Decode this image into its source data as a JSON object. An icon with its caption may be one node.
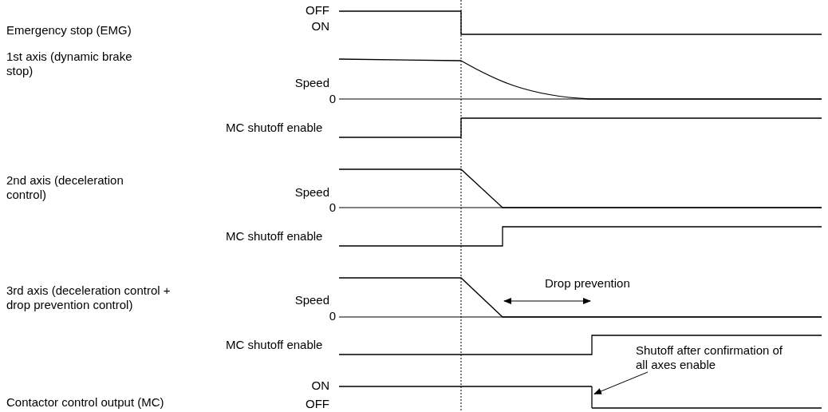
{
  "diagram": {
    "nodes": [
      {
        "text": [
          "Shutoff after confirmation of all axes enable"
        ]
      },
      {
        "text": [],
        "shape": "line"
      }
    ],
    "edges": [
      {
        "from": 0,
        "to": 1,
        "arrow": "to"
      }
    ],
    "labels": [
      "OFF",
      "ON",
      "Emergency stop (EMG)",
      "1st axis (dynamic brake stop)",
      "Speed",
      "0",
      "MC shutoff enable",
      "2nd axis (deceleration control)",
      "Speed",
      "0",
      "MC shutoff enable",
      "3rd axis (deceleration control + drop prevention control)",
      "Speed",
      "0",
      "Drop prevention",
      "MC shutoff enable",
      "ON",
      "Contactor control output (MC)",
      "OFF"
    ]
  }
}
